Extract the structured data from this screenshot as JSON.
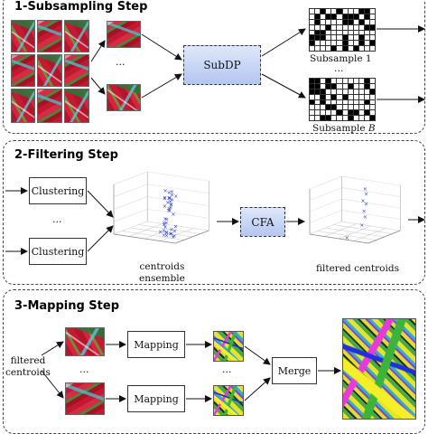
{
  "steps": {
    "subsampling": {
      "title": "1-Subsampling Step",
      "subdp": "SubDP",
      "subsample_first": "Subsample 1",
      "subsample_last_prefix": "Subsample ",
      "subsample_last_var": "B",
      "ellipsis": "..."
    },
    "filtering": {
      "title": "2-Filtering Step",
      "clustering_1": "Clustering",
      "clustering_2": "Clustering",
      "cfa": "CFA",
      "centroids_ensemble": "centroids\nensemble",
      "filtered_centroids": "filtered centroids",
      "ellipsis": "..."
    },
    "mapping": {
      "title": "3-Mapping Step",
      "input_label": "filtered\ncentroids",
      "mapping_1": "Mapping",
      "mapping_2": "Mapping",
      "merge": "Merge",
      "ellipsis": "..."
    }
  },
  "colors": {
    "subdp_fill": "#b3c6f0",
    "points": "#2b3cd8",
    "panel_border": "#444444"
  }
}
